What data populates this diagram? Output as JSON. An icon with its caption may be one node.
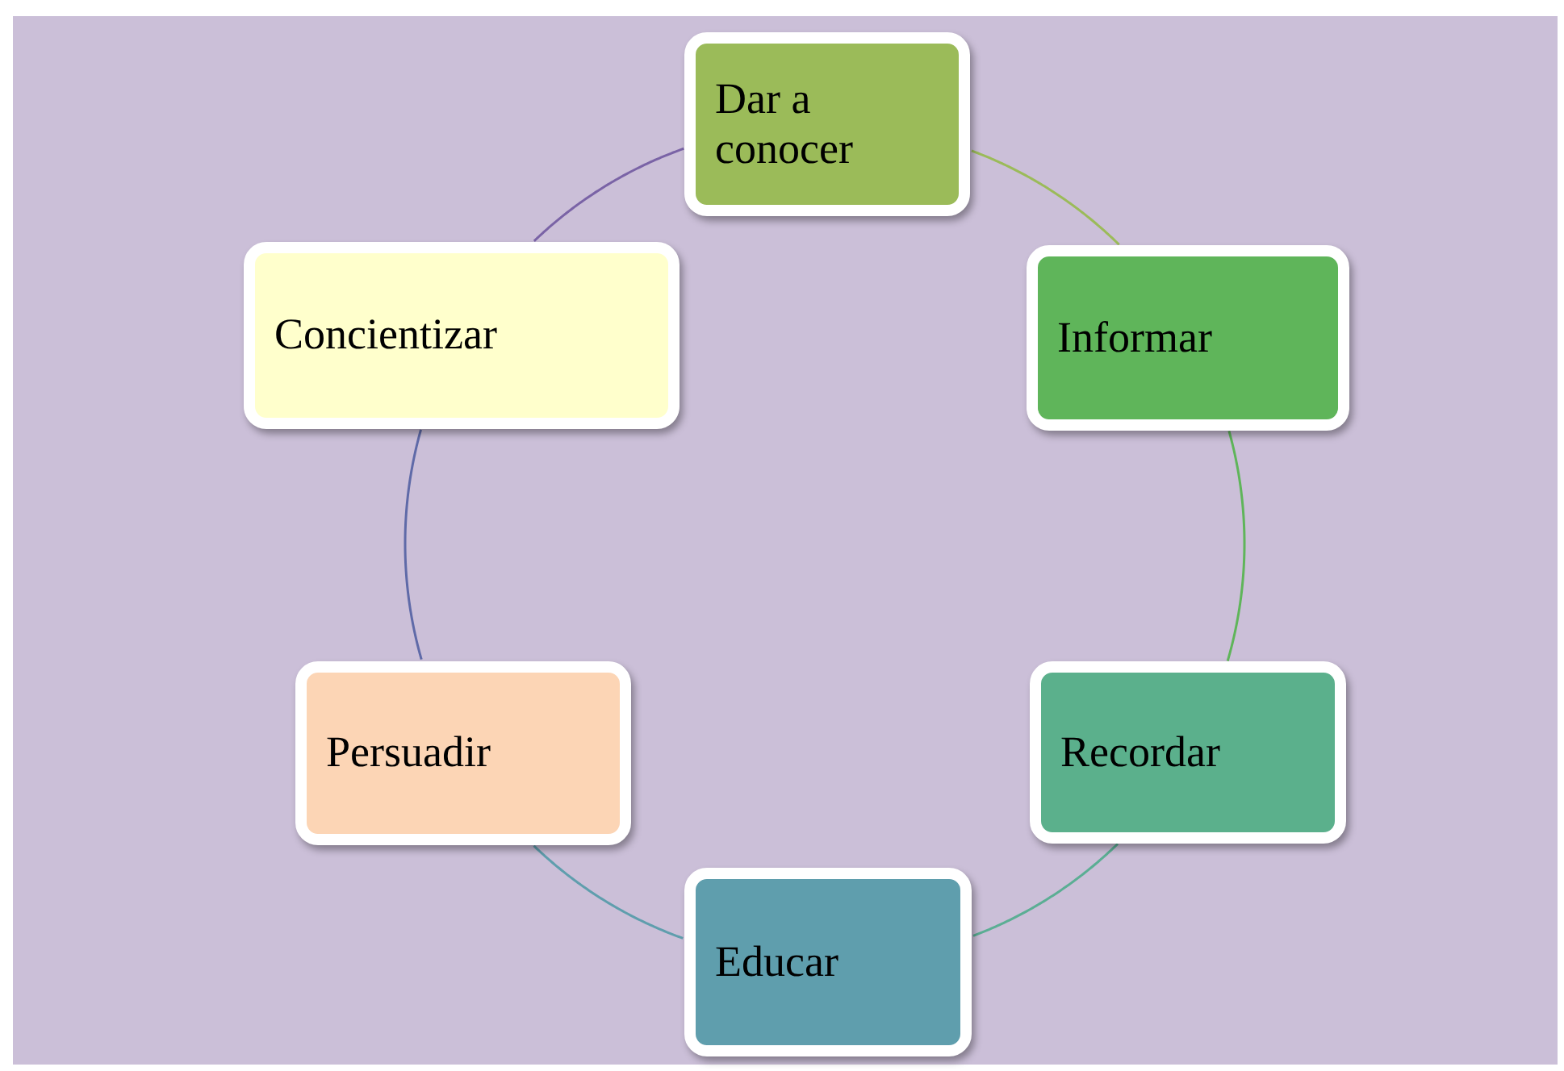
{
  "diagram": {
    "nodes": [
      {
        "text": [
          "Dar a conocer"
        ]
      },
      {
        "text": [
          "Informar"
        ]
      },
      {
        "text": [
          "Recordar"
        ]
      },
      {
        "text": [
          "Educar"
        ]
      },
      {
        "text": [
          "Persuadir"
        ]
      },
      {
        "text": [
          "Concientizar"
        ]
      }
    ],
    "edges": [
      {
        "from": 0,
        "to": 1,
        "arrow": "none",
        "color": "#9bbb59"
      },
      {
        "from": 1,
        "to": 2,
        "arrow": "none",
        "color": "#5fb55a"
      },
      {
        "from": 2,
        "to": 3,
        "arrow": "none",
        "color": "#5bae94"
      },
      {
        "from": 3,
        "to": 4,
        "arrow": "none",
        "color": "#5f9ead"
      },
      {
        "from": 4,
        "to": 5,
        "arrow": "none",
        "color": "#5f6aa8"
      },
      {
        "from": 5,
        "to": 0,
        "arrow": "none",
        "color": "#7a63a6"
      }
    ]
  }
}
